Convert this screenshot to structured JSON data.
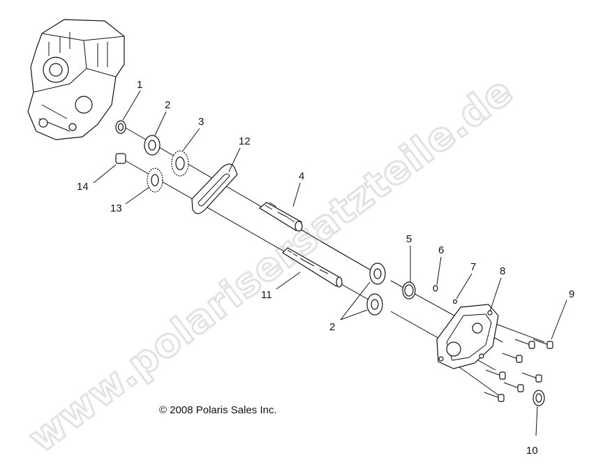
{
  "watermark": "www.polarisersatzteile.de",
  "copyright": "© 2008 Polaris Sales Inc.",
  "callouts": [
    {
      "id": "1",
      "text": "1"
    },
    {
      "id": "2",
      "text": "2"
    },
    {
      "id": "3",
      "text": "3"
    },
    {
      "id": "12",
      "text": "12"
    },
    {
      "id": "4",
      "text": "4"
    },
    {
      "id": "14",
      "text": "14"
    },
    {
      "id": "13",
      "text": "13"
    },
    {
      "id": "5",
      "text": "5"
    },
    {
      "id": "6",
      "text": "6"
    },
    {
      "id": "7",
      "text": "7"
    },
    {
      "id": "8",
      "text": "8"
    },
    {
      "id": "11",
      "text": "11"
    },
    {
      "id": "2b",
      "text": "2"
    },
    {
      "id": "9",
      "text": "9"
    },
    {
      "id": "10",
      "text": "10"
    }
  ]
}
